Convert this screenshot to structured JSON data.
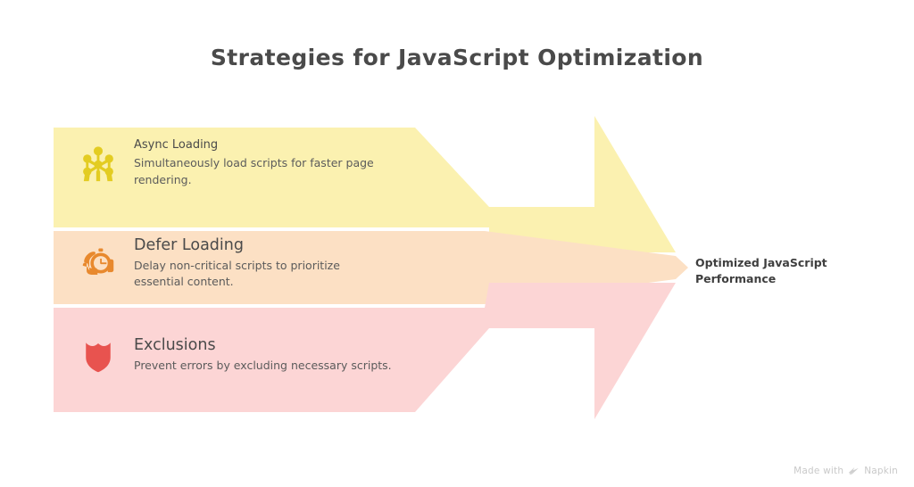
{
  "page": {
    "title": "Strategies for JavaScript Optimization",
    "background_color": "#ffffff"
  },
  "diagram": {
    "type": "converging-arrow",
    "direction": "left-to-right",
    "outcome": {
      "line1": "Optimized JavaScript",
      "line2": "Performance"
    },
    "bands": [
      {
        "id": "async-loading",
        "title": "Async Loading",
        "description": "Simultaneously load scripts for faster page rendering.",
        "icon": "atomium-molecule-icon",
        "band_color": "#fbf1b0",
        "icon_color": "#e3cc22"
      },
      {
        "id": "defer-loading",
        "title": "Defer Loading",
        "description": "Delay non-critical scripts to prioritize essential content.",
        "icon": "hand-stopwatch-icon",
        "band_color": "#fce0c4",
        "icon_color": "#e8892e"
      },
      {
        "id": "exclusions",
        "title": "Exclusions",
        "description": "Prevent errors by excluding necessary scripts.",
        "icon": "shield-icon",
        "band_color": "#fcd5d5",
        "icon_color": "#e8534f"
      }
    ]
  },
  "footer": {
    "made_with": "Made with",
    "brand": "Napkin",
    "logo_icon": "napkin-logo-icon"
  }
}
